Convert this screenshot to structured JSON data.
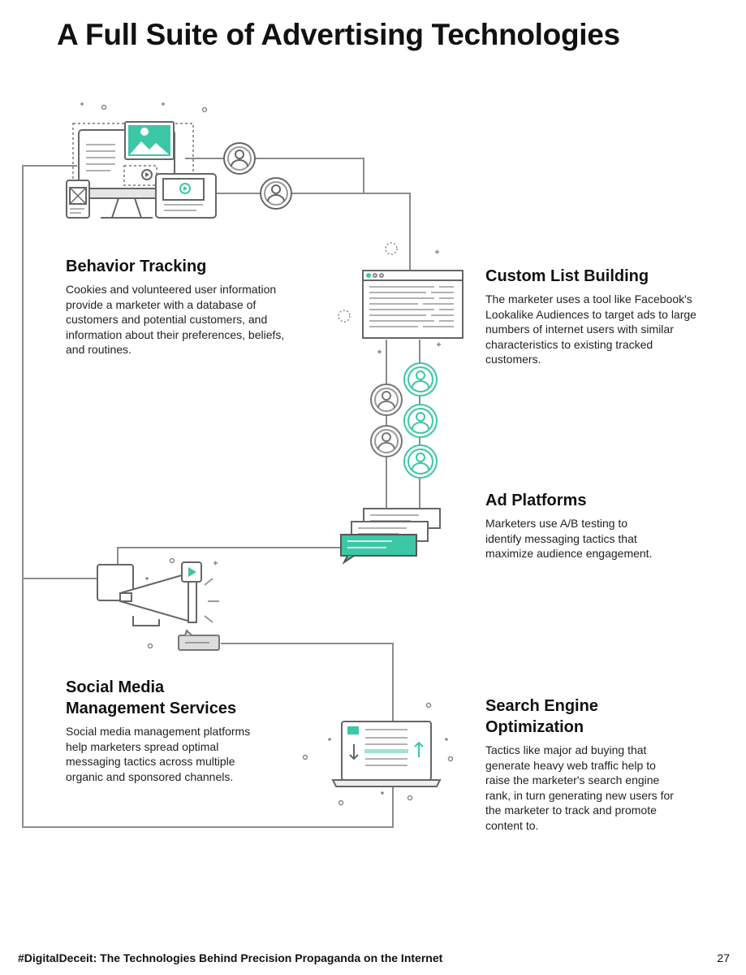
{
  "page": {
    "title": "A Full Suite of Advertising Technologies",
    "footer": "#DigitalDeceit: The Technologies Behind Precision Propaganda on the Internet",
    "page_number": "27"
  },
  "sections": {
    "behavior": {
      "heading": "Behavior Tracking",
      "body": "Cookies and volunteered user information provide a marketer with a database of customers and potential customers, and information about their preferences, beliefs, and routines."
    },
    "custom_list": {
      "heading": "Custom List Building",
      "body": "The marketer uses a tool like Facebook's Lookalike Audiences to target ads to large numbers of internet users with similar characteristics to existing tracked customers."
    },
    "ad_platforms": {
      "heading": "Ad Platforms",
      "body": "Marketers use A/B testing to identify messaging tactics that maximize audience engagement."
    },
    "social_media": {
      "heading": "Social Media Management Services",
      "body": "Social media management platforms help marketers spread optimal messaging tactics across multiple organic and sponsored channels."
    },
    "seo": {
      "heading": "Search Engine Optimization",
      "body": "Tactics like major ad buying that generate heavy web traffic help to raise the marketer's search engine rank, in turn generating new users for the marketer to track and promote content to."
    }
  },
  "colors": {
    "accent": "#3cc7a6",
    "line": "#8a8a8a",
    "icon": "#6b6b6b"
  }
}
